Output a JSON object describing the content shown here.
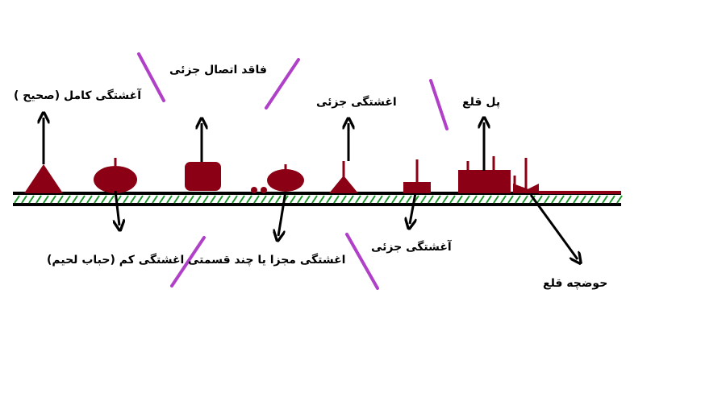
{
  "labels": {
    "full_wetting": "آغشتگی کامل (صحیح )",
    "partial_loss": "فاقد اتصال جزئی",
    "partial_wetting_top": "اغشتگی جزئی",
    "solder_bridge": "پل قلع",
    "poor_wetting": "اغشتگی کم (حباب لحیم)",
    "separate_wetting": "اغشتگی مجزا یا چند قسمتی",
    "partial_wetting_bottom": "آغشتگی جزئی",
    "solder_pool": "حوضچه قلع"
  },
  "colors": {
    "solder": "#8b0014",
    "line": "#000000",
    "hatch": "#1a9a2a",
    "divider": "#b040c8",
    "background": "#ffffff"
  }
}
